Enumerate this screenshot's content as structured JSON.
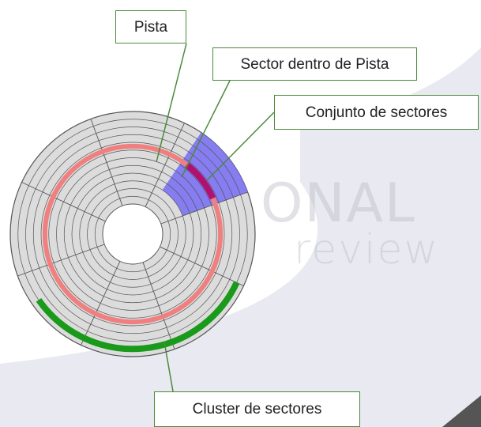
{
  "labels": {
    "pista": "Pista",
    "sector": "Sector dentro de Pista",
    "conjunto": "Conjunto de sectores",
    "cluster": "Cluster de sectores"
  },
  "watermark": {
    "line1": "ONAL",
    "line2": "review"
  },
  "disk": {
    "tracks": 12,
    "sectors": 8
  },
  "colors": {
    "background": "#e9eaf1",
    "white_wave": "#ffffff",
    "platter": "#dcdcdc",
    "grid_lines": "#555555",
    "track_highlight": "#f08080",
    "sector_set": "#7c72f2",
    "sector_in_track": "#b01070",
    "cluster": "#1a9a1a",
    "leader_lines": "#4a8a3a"
  }
}
